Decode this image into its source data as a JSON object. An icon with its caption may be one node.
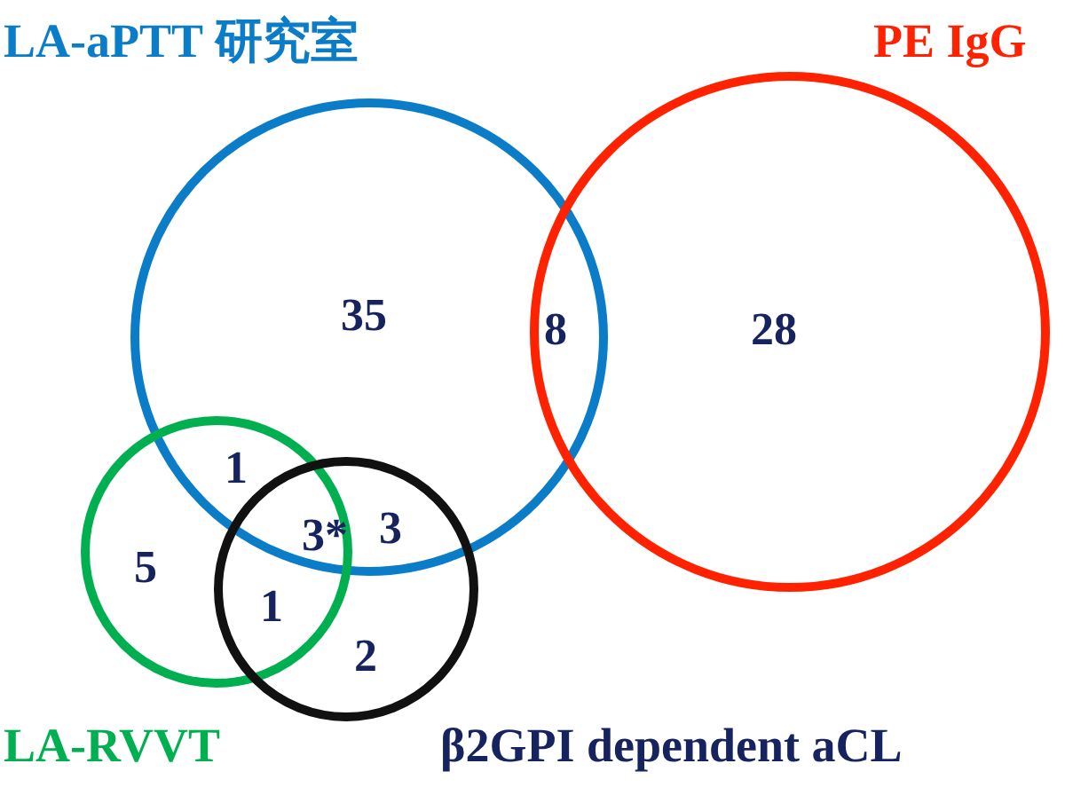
{
  "diagram": {
    "nodes": [
      {
        "text": [
          "LA-aPTT 研究室"
        ]
      },
      {
        "text": [
          "PE IgG"
        ]
      },
      {
        "text": [
          "LA-RVVT"
        ]
      },
      {
        "text": [
          "β2GPI dependent aCL"
        ]
      }
    ],
    "labels": [
      "35",
      "8",
      "28",
      "1",
      "3*",
      "3",
      "5",
      "1",
      "2"
    ]
  }
}
